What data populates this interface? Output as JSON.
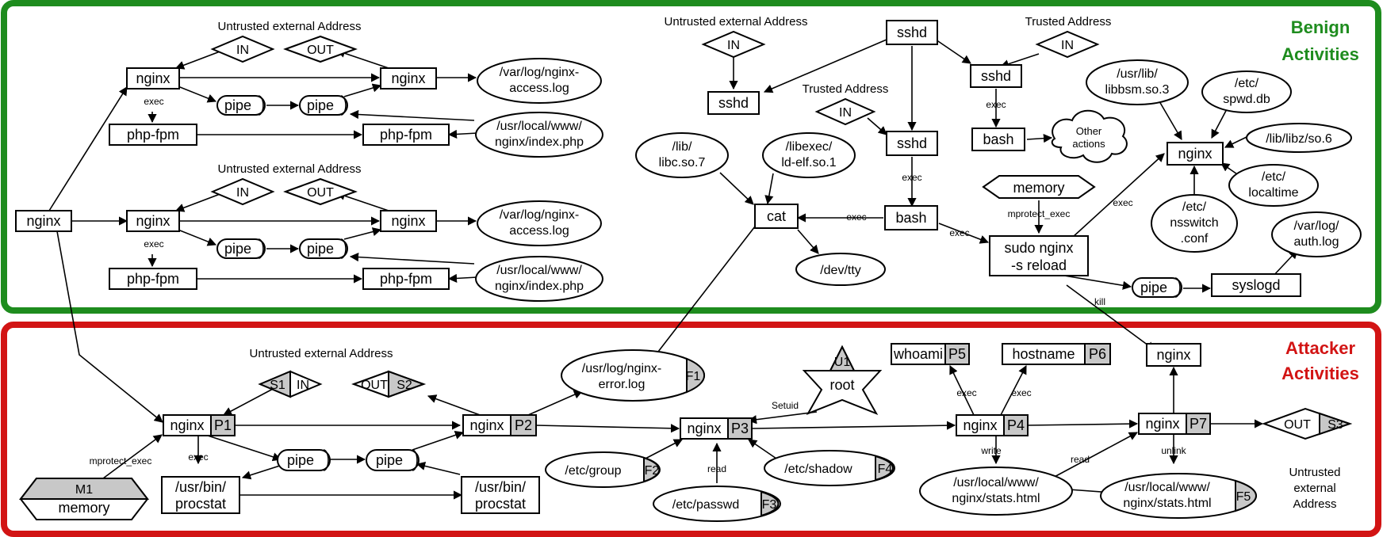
{
  "regions": {
    "benign": {
      "title_line1": "Benign",
      "title_line2": "Activities",
      "color": "#1e8c1e"
    },
    "attacker": {
      "title_line1": "Attacker",
      "title_line2": "Activities",
      "color": "#d21414"
    }
  },
  "captions": {
    "c1": "Untrusted external Address",
    "c2": "Untrusted external Address",
    "c3": "Untrusted external Address",
    "c4": "Trusted Address",
    "c5": "Trusted Address",
    "c6": "Untrusted external Address",
    "c7a": "Untrusted",
    "c7b": "external",
    "c7c": "Address"
  },
  "nodes": {
    "nginx_root": "nginx",
    "g1_nginx_a": "nginx",
    "g1_nginx_b": "nginx",
    "g1_in": "IN",
    "g1_out": "OUT",
    "g1_pipe_a": "pipe",
    "g1_pipe_b": "pipe",
    "g1_phpfpm_a": "php-fpm",
    "g1_phpfpm_b": "php-fpm",
    "g1_log_l1": "/var/log/nginx-",
    "g1_log_l2": "access.log",
    "g1_idx_l1": "/usr/local/www/",
    "g1_idx_l2": "nginx/index.php",
    "g2_nginx_a": "nginx",
    "g2_nginx_b": "nginx",
    "g2_in": "IN",
    "g2_out": "OUT",
    "g2_pipe_a": "pipe",
    "g2_pipe_b": "pipe",
    "g2_phpfpm_a": "php-fpm",
    "g2_phpfpm_b": "php-fpm",
    "g2_log_l1": "/var/log/nginx-",
    "g2_log_l2": "access.log",
    "g2_idx_l1": "/usr/local/www/",
    "g2_idx_l2": "nginx/index.php",
    "ssh_in": "IN",
    "sshd_left": "sshd",
    "sshd_top": "sshd",
    "sshd_right": "sshd",
    "ssh_trusted_in": "IN",
    "sshd_mid": "sshd",
    "trusted_in_mid": "IN",
    "bash_right": "bash",
    "other_l1": "Other",
    "other_l2": "actions",
    "libc_l1": "/lib/",
    "libc_l2": "libc.so.7",
    "ldelf_l1": "/libexec/",
    "ldelf_l2": "ld-elf.so.1",
    "cat": "cat",
    "bash_mid": "bash",
    "devtty": "/dev/tty",
    "memory_top": "memory",
    "sudo_l1": "sudo nginx",
    "sudo_l2": "-s reload",
    "pipe_sys": "pipe",
    "syslogd": "syslogd",
    "auth_l1": "/var/log/",
    "auth_l2": "auth.log",
    "nginx_benign_right": "nginx",
    "libbsm_l1": "/usr/lib/",
    "libbsm_l2": "libbsm.so.3",
    "spwd_l1": "/etc/",
    "spwd_l2": "spwd.db",
    "libz": "/lib/libz/so.6",
    "localtime_l1": "/etc/",
    "localtime_l2": "localtime",
    "nss_l1": "/etc/",
    "nss_l2": "nsswitch",
    "nss_l3": ".conf",
    "a_p1": "nginx",
    "a_p1_tag": "P1",
    "a_p2": "nginx",
    "a_p2_tag": "P2",
    "a_p3": "nginx",
    "a_p3_tag": "P3",
    "a_p4": "nginx",
    "a_p4_tag": "P4",
    "a_p5": "whoami",
    "a_p5_tag": "P5",
    "a_p6": "hostname",
    "a_p6_tag": "P6",
    "a_p7": "nginx",
    "a_p7_tag": "P7",
    "a_s1_tag": "S1",
    "a_s1": "IN",
    "a_s2": "OUT",
    "a_s2_tag": "S2",
    "a_s3": "OUT",
    "a_s3_tag": "S3",
    "a_m1_tag": "M1",
    "a_m1": "memory",
    "a_u1_tag": "U1",
    "a_u1": "root",
    "a_f1_l1": "/usr/log/nginx-",
    "a_f1_l2": "error.log",
    "a_f1_tag": "F1",
    "a_f2": "/etc/group",
    "a_f2_tag": "F2",
    "a_f3": "/etc/passwd",
    "a_f3_tag": "F3",
    "a_f4": "/etc/shadow",
    "a_f4_tag": "F4",
    "a_f5_l1": "/usr/local/www/",
    "a_f5_l2": "nginx/stats.html",
    "a_f5_tag": "F5",
    "a_stats_l1": "/usr/local/www/",
    "a_stats_l2": "nginx/stats.html",
    "a_pipe_a": "pipe",
    "a_pipe_b": "pipe",
    "a_proc_a_l1": "/usr/bin/",
    "a_proc_a_l2": "procstat",
    "a_proc_b_l1": "/usr/bin/",
    "a_proc_b_l2": "procstat",
    "a_nginx_top": "nginx"
  },
  "edges": {
    "exec": "exec",
    "mprotect_exec": "mprotect_exec",
    "kill": "kill",
    "setuid": "Setuid",
    "read": "read",
    "write": "write",
    "unlink": "unlink"
  }
}
